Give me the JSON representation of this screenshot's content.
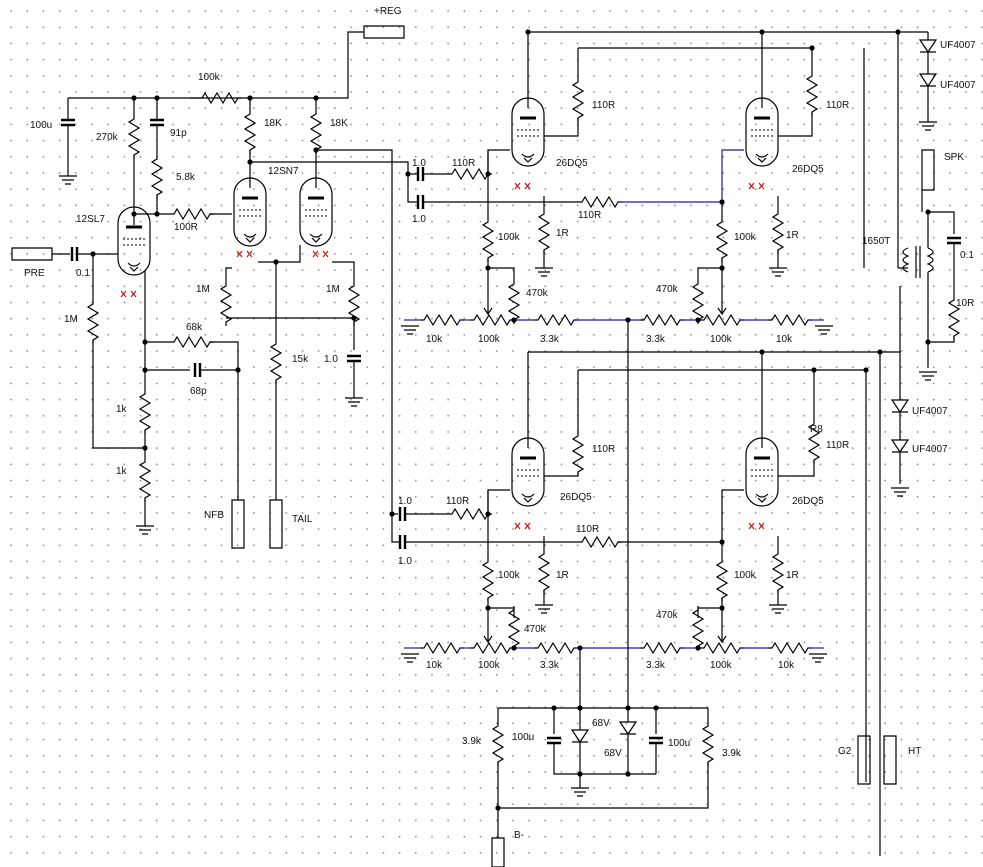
{
  "ports": {
    "pre": "PRE",
    "nfb": "NFB",
    "tail": "TAIL",
    "reg": "+REG",
    "g2": "G2",
    "ht": "HT",
    "bminus": "B-",
    "spk": "SPK"
  },
  "tubes": {
    "input": "12SL7",
    "driver": "12SN7",
    "output_tl": "26DQ5",
    "output_tr": "26DQ5",
    "output_bl": "26DQ5",
    "output_br": "26DQ5"
  },
  "transformer": "1650T",
  "diodes": [
    "UF4007",
    "UF4007",
    "UF4007",
    "UF4007"
  ],
  "zeners": [
    "68V",
    "68V"
  ],
  "labels": {
    "c_100u_top": "100u",
    "r_270k": "270k",
    "c_91p": "91p",
    "r_5_8k": "5.8k",
    "r_100k_top": "100k",
    "r_18k_a": "18K",
    "r_18k_b": "18K",
    "r_100r": "100R",
    "c_in": "0.1",
    "r_1m_in": "1M",
    "r_68k": "68k",
    "c_68p": "68p",
    "r_1k_a": "1k",
    "r_1k_b": "1k",
    "r_1m_a": "1M",
    "r_1m_b": "1M",
    "r_15k": "15k",
    "c_1_0_tail": "1.0",
    "c_1_0_t1": "1.0",
    "c_1_0_t2": "1.0",
    "c_1_0_b1": "1.0",
    "c_1_0_b2": "1.0",
    "r_110r_tg": "110R",
    "r_110r_tg2": "110R",
    "r_110r_tp1": "110R",
    "r_110r_tp2": "110R",
    "r_110r_bg": "110R",
    "r_110r_bg2": "110R",
    "r_110r_bp1": "110R",
    "r_110r_bp2": "110R",
    "r_100k_t1": "100k",
    "r_100k_t2": "100k",
    "r_100k_b1": "100k",
    "r_100k_b2": "100k",
    "r_1r_t1": "1R",
    "r_1r_t2": "1R",
    "r_1r_b1": "1R",
    "r_1r_b2": "1R",
    "r_470k_t1": "470k",
    "r_470k_t2": "470k",
    "r_470k_b1": "470k",
    "r_470k_b2": "470k",
    "r_10k_t1": "10k",
    "r_10k_t2": "10k",
    "r_10k_b1": "10k",
    "r_10k_b2": "10k",
    "pot_t1": "100k",
    "pot_t2": "100k",
    "pot_b1": "100k",
    "pot_b2": "100k",
    "r_3_3k_t1": "3.3k",
    "r_3_3k_t2": "3.3k",
    "r_3_3k_b1": "3.3k",
    "r_3_3k_b2": "3.3k",
    "r8": "R8",
    "c_0_1_spk": "0.1",
    "r_10r": "10R",
    "r_3_9k_a": "3.9k",
    "r_3_9k_b": "3.9k",
    "c_100u_a": "100u",
    "c_100u_b": "100u"
  }
}
